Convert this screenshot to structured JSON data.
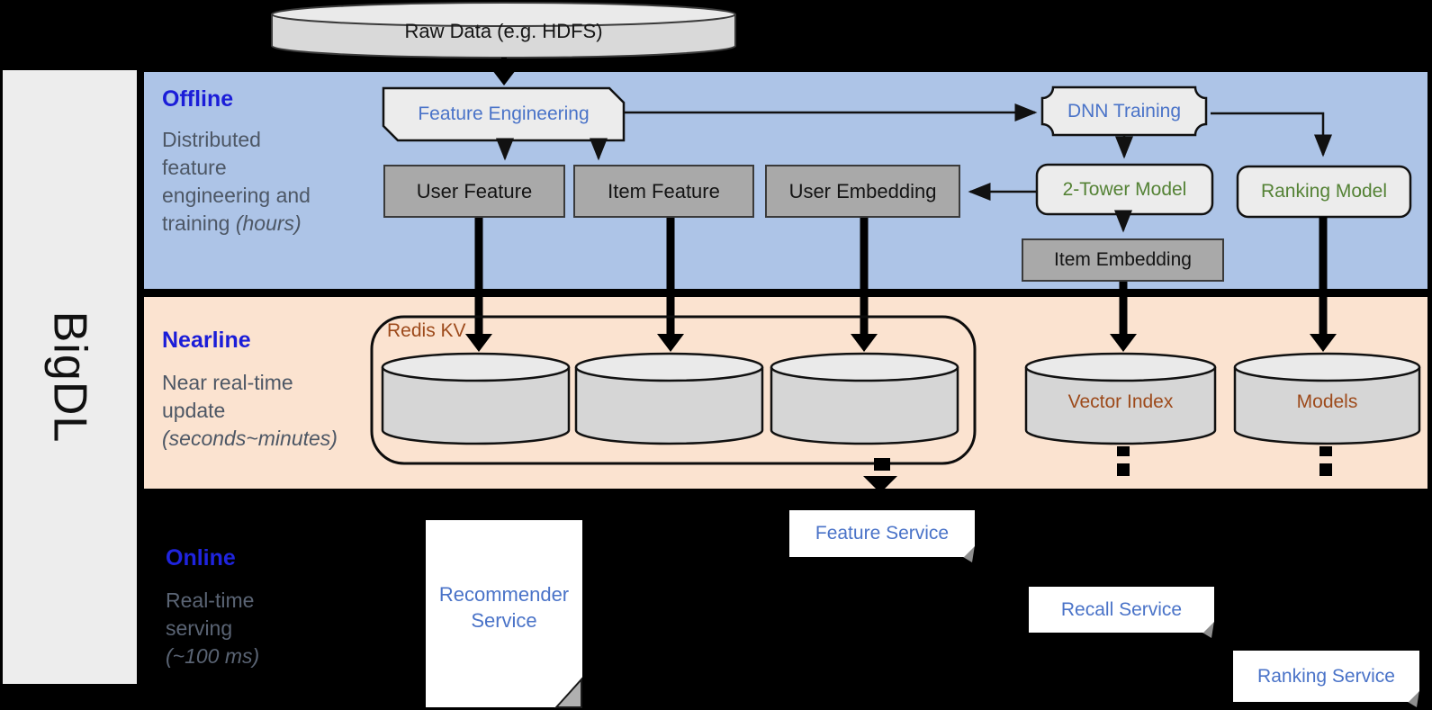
{
  "sidebar": {
    "brand": "BigDL"
  },
  "source": {
    "label": "Raw Data (e.g. HDFS)"
  },
  "offline": {
    "title": "Offline",
    "desc_line1": "Distributed",
    "desc_line2": "feature",
    "desc_line3": "engineering and",
    "desc_line4": "training ",
    "desc_line4_italic": "(hours)",
    "nodes": {
      "feature_engineering": "Feature Engineering",
      "dnn_training": "DNN Training",
      "user_feature": "User Feature",
      "item_feature": "Item Feature",
      "user_embedding": "User Embedding",
      "two_tower_model": "2-Tower Model",
      "ranking_model": "Ranking Model",
      "item_embedding": "Item Embedding"
    }
  },
  "nearline": {
    "title": "Nearline",
    "desc_line1": "Near real-time",
    "desc_line2": "update",
    "desc_line3_italic": "(seconds~minutes)",
    "nodes": {
      "redis_kv": "Redis KV",
      "vector_index": "Vector Index",
      "models": "Models"
    }
  },
  "online": {
    "title": "Online",
    "desc_line1": "Real-time",
    "desc_line2": "serving",
    "desc_line3_italic": "(~100 ms)",
    "nodes": {
      "recommender_service_line1": "Recommender",
      "recommender_service_line2": "Service",
      "feature_service": "Feature Service",
      "recall_service": "Recall Service",
      "ranking_service": "Ranking Service"
    }
  },
  "colors": {
    "offline_band": "#adc4e7",
    "nearline_band": "#fbe3d0",
    "band_title_blue": "#1b1dd8",
    "desc_gray": "#4d5765",
    "component_blue": "#4a73c8",
    "model_green": "#548235",
    "storage_brown": "#9d4a1b",
    "gray_box": "#a9a9a9",
    "background": "#000000"
  }
}
